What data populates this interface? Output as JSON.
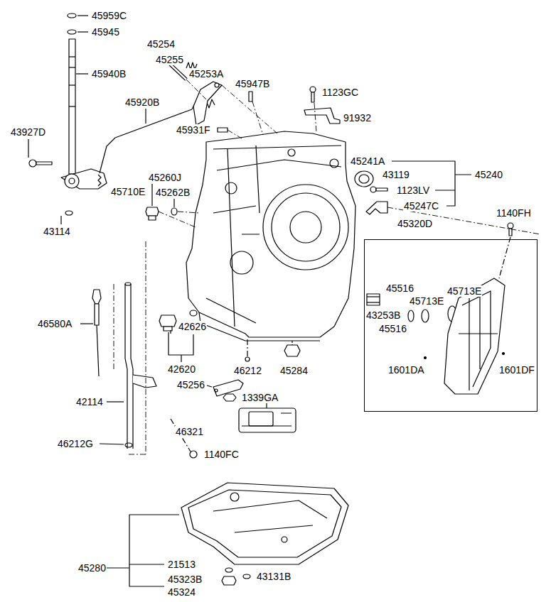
{
  "diagram": {
    "nodes": [
      {
        "text": [
          "45320D",
          "45516",
          "45713E",
          "45713E",
          "43253B",
          "45516",
          "1601DA",
          "1601DF"
        ]
      }
    ],
    "labels": [
      "45959C",
      "45945",
      "45940B",
      "43927D",
      "45710E",
      "43114",
      "45254",
      "45255",
      "45253A",
      "45947B",
      "45920B",
      "45931F",
      "1123GC",
      "91932",
      "45241A",
      "43119",
      "45240",
      "1123LV",
      "45247C",
      "1140FH",
      "45260J",
      "45262B",
      "46580A",
      "42626",
      "42620",
      "46212",
      "45284",
      "42114",
      "45256",
      "1339GA",
      "46321",
      "46212G",
      "1140FC",
      "45280",
      "21513",
      "45323B",
      "45324",
      "43131B"
    ]
  }
}
